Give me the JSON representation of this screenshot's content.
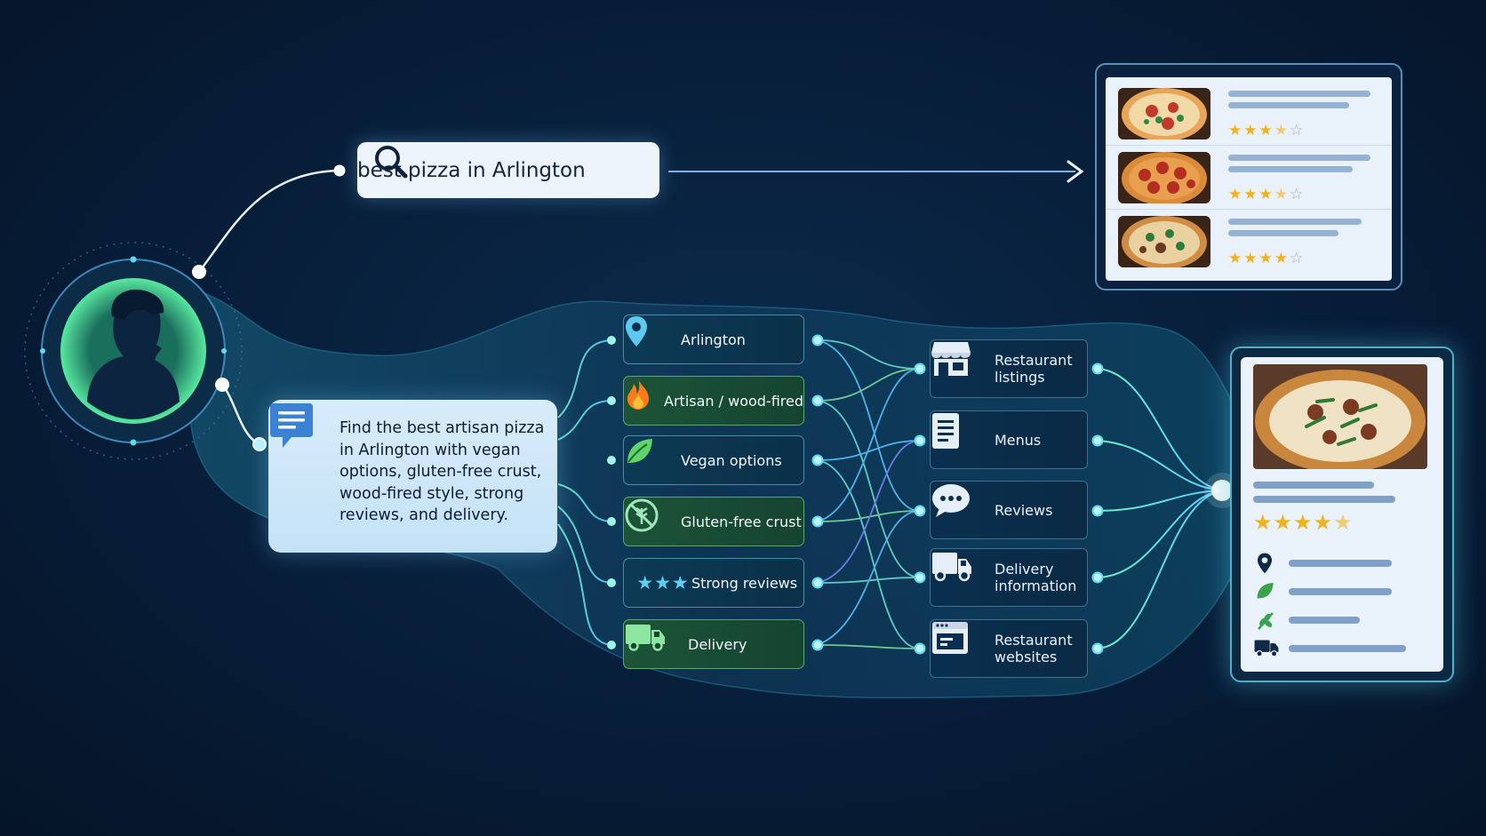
{
  "search": {
    "query": "best pizza in Arlington",
    "icon": "search-icon"
  },
  "prompt": {
    "icon": "chat-message-icon",
    "text": "Find the best artisan pizza in Arlington with vegan options, gluten-free crust, wood-fired style, strong reviews, and delivery."
  },
  "user": {
    "icon": "user-avatar-icon"
  },
  "criteria": [
    {
      "label": "Arlington",
      "icon": "location-pin-icon",
      "highlight": false
    },
    {
      "label": "Artisan / wood-fired",
      "icon": "flame-icon",
      "highlight": true
    },
    {
      "label": "Vegan options",
      "icon": "leaf-icon",
      "highlight": false
    },
    {
      "label": "Gluten-free crust",
      "icon": "no-gluten-icon",
      "highlight": true
    },
    {
      "label": "Strong reviews",
      "icon": "three-stars-icon",
      "highlight": false
    },
    {
      "label": "Delivery",
      "icon": "delivery-truck-icon",
      "highlight": true
    }
  ],
  "sources": [
    {
      "label_line1": "Restaurant",
      "label_line2": "listings",
      "icon": "storefront-icon"
    },
    {
      "label_line1": "Menus",
      "label_line2": "",
      "icon": "document-icon"
    },
    {
      "label_line1": "Reviews",
      "label_line2": "",
      "icon": "speech-bubble-icon"
    },
    {
      "label_line1": "Delivery",
      "label_line2": "information",
      "icon": "delivery-truck-icon"
    },
    {
      "label_line1": "Restaurant",
      "label_line2": "websites",
      "icon": "browser-window-icon"
    }
  ],
  "results": [
    {
      "rating": 3.5
    },
    {
      "rating": 3.5
    },
    {
      "rating": 4
    }
  ],
  "selected": {
    "rating": 4.5,
    "attribute_icons": [
      "location-pin-icon",
      "leaf-icon",
      "wheat-icon",
      "delivery-truck-icon"
    ]
  },
  "colors": {
    "background": "#071d38",
    "accent": "#6ee6d9",
    "green_accent": "#7fe3a0",
    "star": "#f2b21c",
    "card_text": "#0e1c33"
  }
}
